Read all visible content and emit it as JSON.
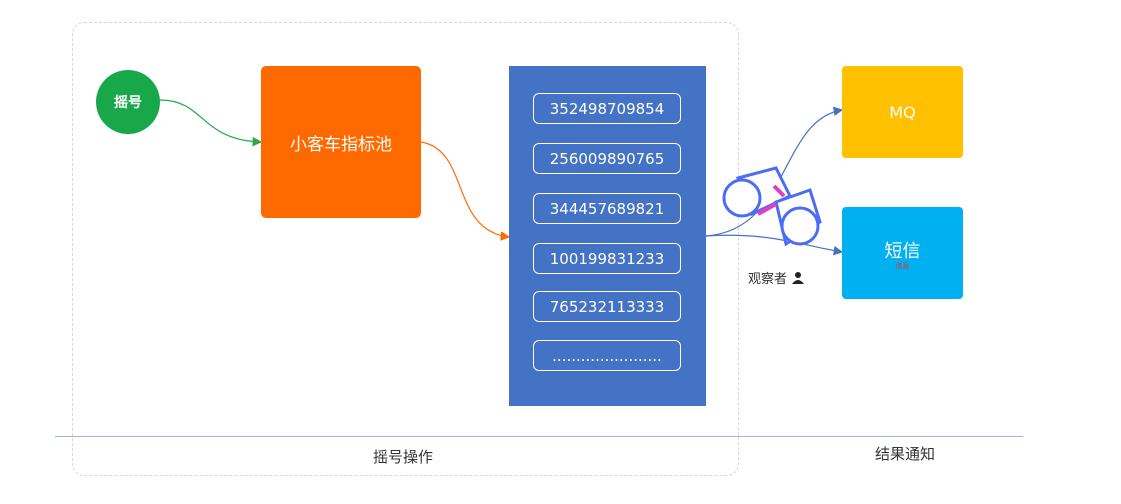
{
  "start_node": {
    "label": "摇号"
  },
  "pool_node": {
    "label": "小客车指标池"
  },
  "numbers": [
    "352498709854",
    "256009890765",
    "344457689821",
    "100199831233",
    "765232113333",
    "......................."
  ],
  "observer": {
    "label": "观察者"
  },
  "targets": {
    "mq": "MQ",
    "sms": "短信",
    "sms_sub": "信息"
  },
  "sections": {
    "left": "摇号操作",
    "right": "结果通知"
  },
  "colors": {
    "green": "#18a84a",
    "orange": "#ff6a00",
    "blue_panel": "#4472c4",
    "yellow": "#ffc000",
    "cyan": "#00b0f0",
    "binocular": "#4a6cf7",
    "binocular_joint": "#e040c0"
  }
}
